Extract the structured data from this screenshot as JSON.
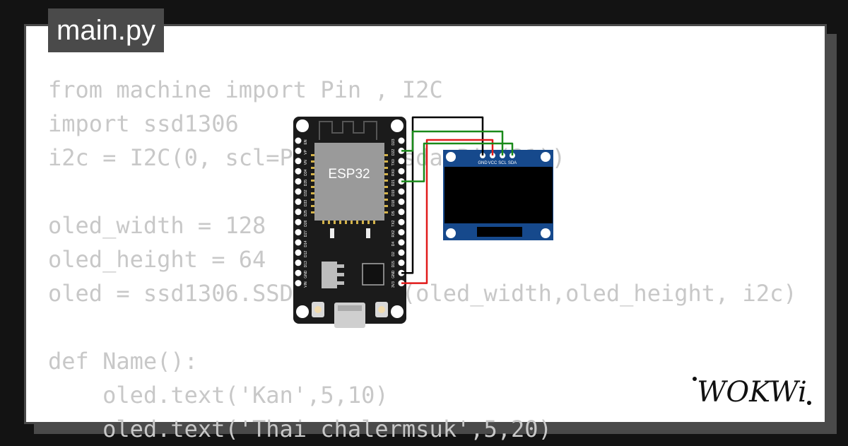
{
  "file_tab": {
    "label": "main.py"
  },
  "code_lines": [
    "from machine import Pin , I2C",
    "import ssd1306",
    "i2c = I2C(0, scl=Pin(22), sda=Pin(21))",
    "",
    "oled_width = 128",
    "oled_height = 64",
    "oled = ssd1306.SSD1306_I2C(oled_width,oled_height, i2c)",
    "",
    "def Name():",
    "    oled.text('Kan',5,10)",
    "    oled.text('Thai chalermsuk',5,20)"
  ],
  "esp32": {
    "label": "ESP32",
    "left_pins": [
      "EN",
      "VP",
      "VN",
      "D34",
      "D35",
      "D32",
      "D33",
      "D25",
      "D26",
      "D27",
      "D14",
      "D12",
      "D13",
      "GND",
      "VIN"
    ],
    "right_pins": [
      "D23",
      "D22",
      "TX0",
      "RX0",
      "D21",
      "D19",
      "D18",
      "D5",
      "TX2",
      "RX2",
      "D4",
      "D2",
      "D15",
      "GND",
      "3V3"
    ]
  },
  "oled": {
    "pins": [
      "GND",
      "VCC",
      "SCL",
      "SDA"
    ]
  },
  "wires": [
    {
      "from": "GND",
      "to": "GND",
      "color": "#000000"
    },
    {
      "from": "3V3",
      "to": "VCC",
      "color": "#e11b1b"
    },
    {
      "from": "D22",
      "to": "SCL",
      "color": "#1a8a1a"
    },
    {
      "from": "D21",
      "to": "SDA",
      "color": "#1a8a1a"
    }
  ],
  "brand": {
    "name": "WOKWi"
  }
}
